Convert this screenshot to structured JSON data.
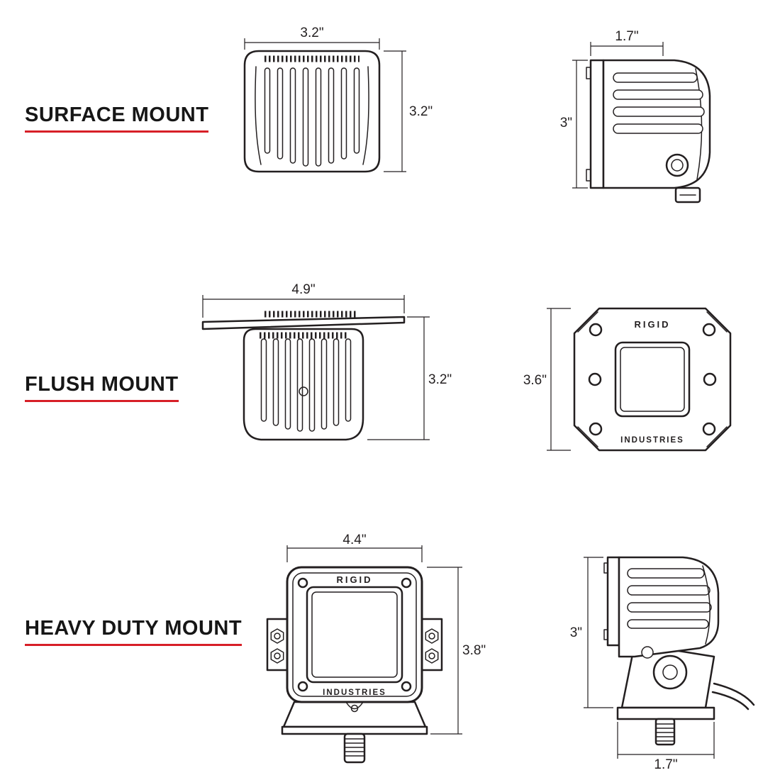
{
  "brand": {
    "top": "RIGID",
    "bottom": "INDUSTRIES"
  },
  "sections": {
    "surface": {
      "label": "SURFACE MOUNT",
      "rear_width": "3.2\"",
      "rear_height": "3.2\"",
      "side_depth": "1.7\"",
      "side_height": "3\""
    },
    "flush": {
      "label": "FLUSH MOUNT",
      "side_width": "4.9\"",
      "side_height": "3.2\"",
      "front_height": "3.6\""
    },
    "heavy": {
      "label": "HEAVY DUTY MOUNT",
      "front_width": "4.4\"",
      "front_height": "3.8\"",
      "side_height": "3\"",
      "side_base_width": "1.7\""
    }
  },
  "colors": {
    "line": "#231f20",
    "accent": "#d71f27",
    "background": "#ffffff"
  }
}
